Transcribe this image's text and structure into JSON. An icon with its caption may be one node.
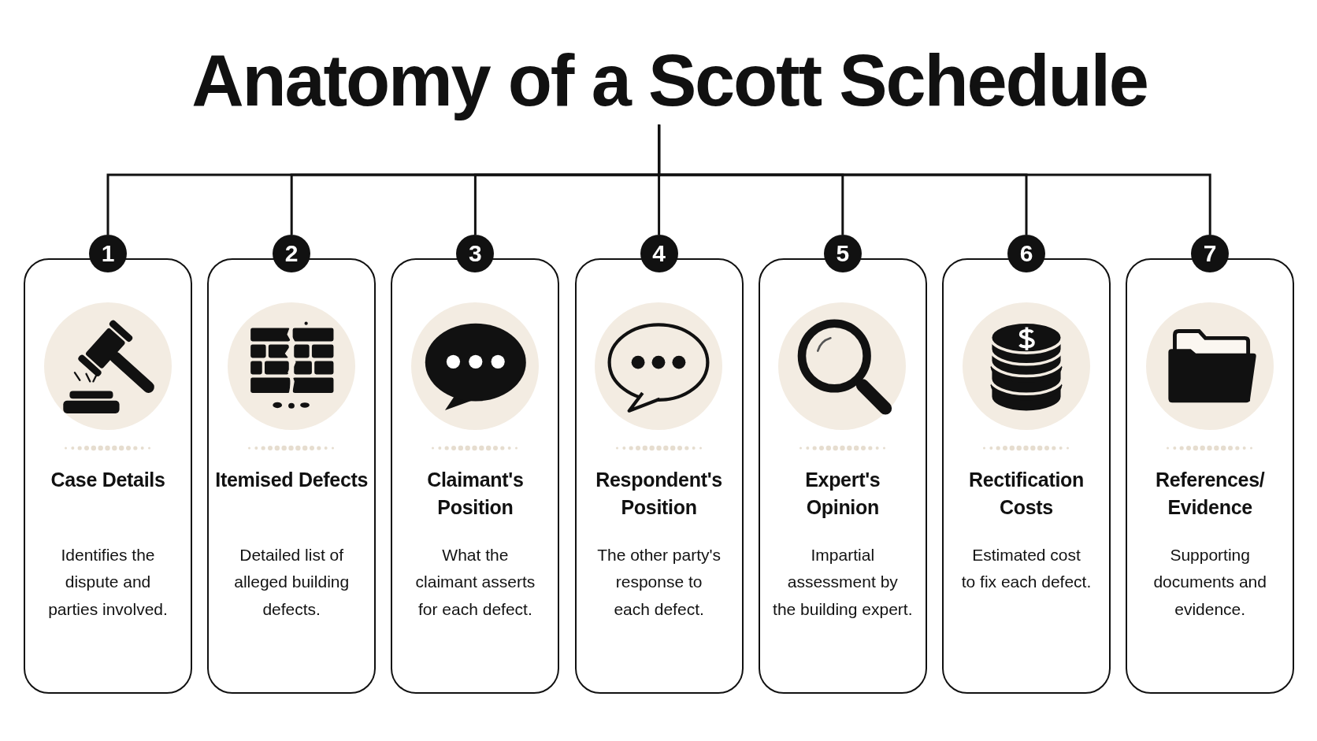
{
  "diagram": {
    "nodes": [
      {
        "text": [
          "Anatomy of a Scott Schedule"
        ]
      },
      {
        "text": [
          "1"
        ]
      },
      {
        "text": [
          "Case Details",
          "Identifies the dispute and parties involved."
        ]
      },
      {
        "text": [
          "2"
        ]
      },
      {
        "text": [
          "Itemised Defects",
          "Detailed list of alleged building defects."
        ]
      },
      {
        "text": [
          "3"
        ]
      },
      {
        "text": [
          "Claimant's Position",
          "What the claimant asserts for each defect."
        ]
      },
      {
        "text": [
          "4"
        ]
      },
      {
        "text": [
          "Respondent's Position",
          "The other party's response to each defect."
        ]
      },
      {
        "text": [
          "5"
        ]
      },
      {
        "text": [
          "Expert's Opinion",
          "Impartial assessment by the building expert."
        ]
      },
      {
        "text": [
          "6"
        ]
      },
      {
        "text": [
          "Rectification Costs",
          "Estimated cost to fix each defect."
        ]
      },
      {
        "text": [
          "7"
        ]
      },
      {
        "text": [
          "References/ Evidence",
          "Supporting documents and evidence."
        ]
      }
    ],
    "edges": [
      {
        "from": 0,
        "to": 1,
        "arrow": "none"
      },
      {
        "from": 0,
        "to": 3,
        "arrow": "none"
      },
      {
        "from": 0,
        "to": 5,
        "arrow": "none"
      },
      {
        "from": 0,
        "to": 7,
        "arrow": "none"
      },
      {
        "from": 0,
        "to": 9,
        "arrow": "none"
      },
      {
        "from": 0,
        "to": 11,
        "arrow": "none"
      },
      {
        "from": 0,
        "to": 13,
        "arrow": "none"
      }
    ]
  }
}
